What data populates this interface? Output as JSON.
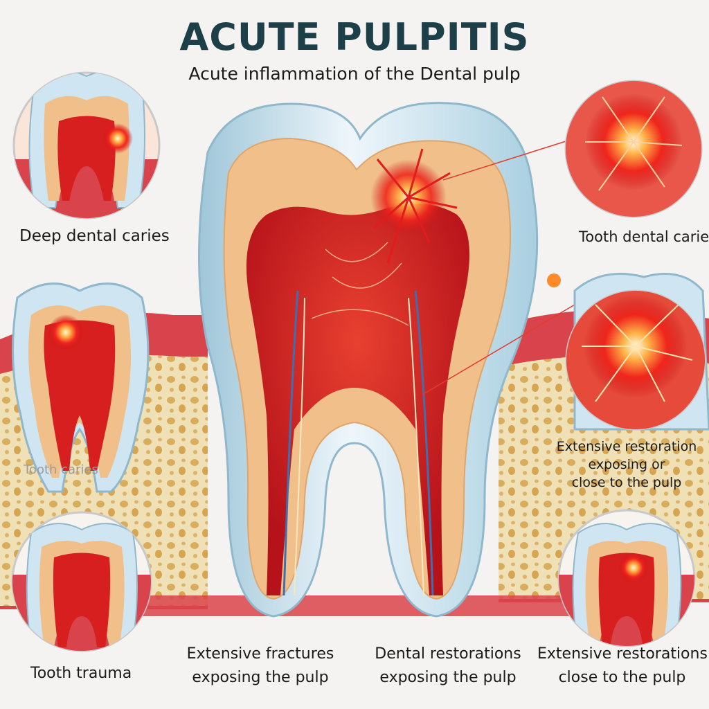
{
  "title": "ACUTE PULPITIS",
  "subtitle": "Acute inflammation of the Dental pulp",
  "labels": {
    "deep_caries": "Deep dental caries",
    "tooth_caries_right": "Tooth dental caries",
    "tooth_caries_left_faded": "Tooth caries",
    "extensive_right_1": "Extensive restoration",
    "extensive_right_2": "exposing or",
    "extensive_right_3": "close to the pulp",
    "tooth_trauma": "Tooth trauma",
    "bottom_a_1": "Extensive fractures",
    "bottom_a_2": "exposing the pulp",
    "bottom_b_1": "Dental restorations",
    "bottom_b_2": "exposing the pulp",
    "bottom_c_1": "Extensive restorations",
    "bottom_c_2": "close to the pulp"
  },
  "colors": {
    "title": "#1d3f48",
    "enamel": "#cfe6f2",
    "dentin": "#f1c08a",
    "pulp": "#d71f1f",
    "gum": "#d9434b",
    "bone": "#eeddb2",
    "inflammation": "#ff5a1f"
  },
  "icons": [
    "tooth-cross-section-icon",
    "inflammation-burst-icon",
    "bone-tissue-icon"
  ]
}
